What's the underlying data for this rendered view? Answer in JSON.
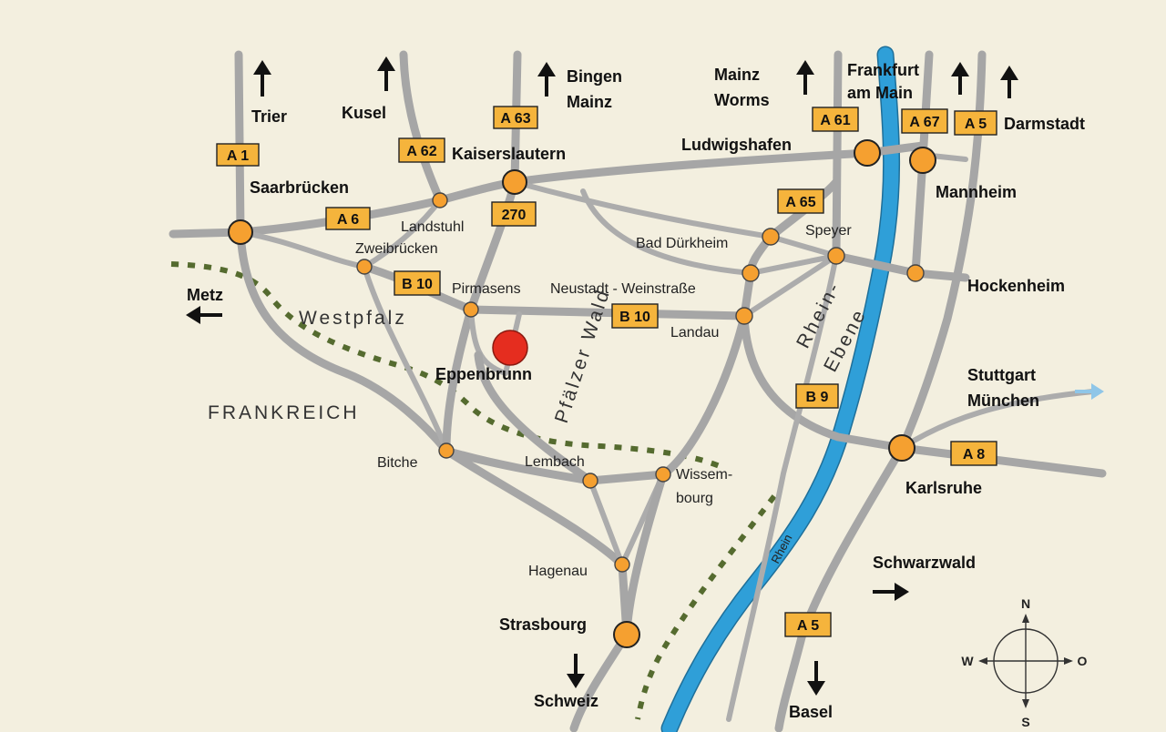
{
  "map": {
    "cities": {
      "saarbruecken": "Saarbrücken",
      "kaiserslautern": "Kaiserslautern",
      "ludwigshafen": "Ludwigshafen",
      "mannheim": "Mannheim",
      "landstuhl": "Landstuhl",
      "zweibruecken": "Zweibrücken",
      "pirmasens": "Pirmasens",
      "eppenbrunn": "Eppenbrunn",
      "neustadt": "Neustadt - Weinstraße",
      "bad_duerkheim": "Bad Dürkheim",
      "speyer": "Speyer",
      "hockenheim": "Hockenheim",
      "landau": "Landau",
      "bitche": "Bitche",
      "lembach": "Lembach",
      "wissembourg_1": "Wissem-",
      "wissembourg_2": "bourg",
      "hagenau": "Hagenau",
      "strasbourg": "Strasbourg",
      "karlsruhe": "Karlsruhe"
    },
    "directions": {
      "trier": "Trier",
      "kusel": "Kusel",
      "bingen": "Bingen",
      "mainz_1": "Mainz",
      "mainz_2": "Mainz",
      "worms": "Worms",
      "frankfurt_1": "Frankfurt",
      "frankfurt_2": "am Main",
      "darmstadt": "Darmstadt",
      "metz": "Metz",
      "stuttgart": "Stuttgart",
      "muenchen": "München",
      "schwarzwald": "Schwarzwald",
      "schweiz": "Schweiz",
      "basel": "Basel"
    },
    "regions": {
      "westpfalz": "Westpfalz",
      "frankreich": "FRANKREICH",
      "pfaelzer_wald": "Pfälzer Wald",
      "rhein_ebene_1": "Rhein-",
      "rhein_ebene_2": "Ebene",
      "rhein": "Rhein"
    },
    "shields": {
      "a1": "A 1",
      "a62": "A 62",
      "a63": "A 63",
      "a61": "A 61",
      "a67": "A 67",
      "a5_north": "A 5",
      "a6": "A 6",
      "r270": "270",
      "a65": "A 65",
      "b10_west": "B 10",
      "b10_east": "B 10",
      "b9": "B 9",
      "a8": "A 8",
      "a5_south": "A 5"
    },
    "compass": {
      "n": "N",
      "s": "S",
      "w": "W",
      "o": "O"
    },
    "colors": {
      "road": "#a6a6a6",
      "city": "#f5a030",
      "target": "#e52d1f",
      "river": "#2f9fd8",
      "border": "#556b2f",
      "shield": "#f5b43c"
    }
  }
}
